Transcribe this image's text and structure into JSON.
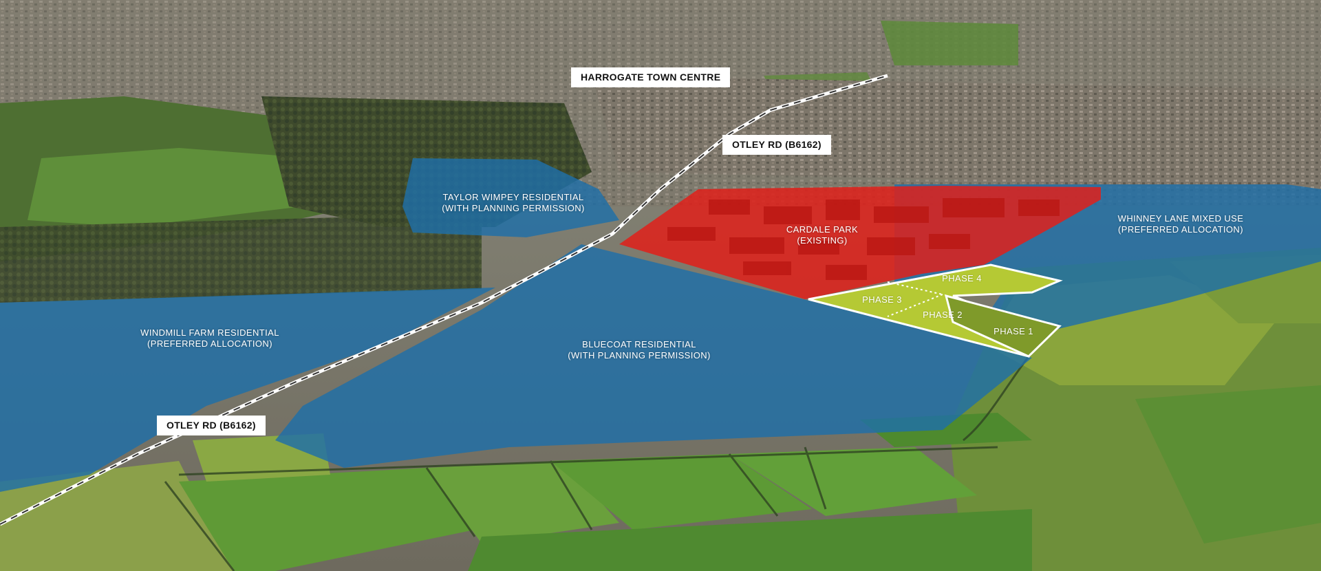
{
  "map": {
    "road_labels": [
      {
        "id": "harrogate",
        "text": "HARROGATE TOWN CENTRE"
      },
      {
        "id": "otley-upper",
        "text": "OTLEY RD (B6162)"
      },
      {
        "id": "otley-lower",
        "text": "OTLEY RD (B6162)"
      }
    ],
    "areas": {
      "taylor_wimpey": {
        "line1": "TAYLOR WIMPEY RESIDENTIAL",
        "line2": "(WITH PLANNING PERMISSION)"
      },
      "cardale_park": {
        "line1": "CARDALE PARK",
        "line2": "(EXISTING)"
      },
      "whinney_lane": {
        "line1": "WHINNEY LANE MIXED USE",
        "line2": "(PREFERRED ALLOCATION)"
      },
      "windmill_farm": {
        "line1": "WINDMILL FARM RESIDENTIAL",
        "line2": "(PREFERRED ALLOCATION)"
      },
      "bluecoat": {
        "line1": "BLUECOAT RESIDENTIAL",
        "line2": "(WITH PLANNING PERMISSION)"
      }
    },
    "phases": {
      "phase1": "PHASE 1",
      "phase2": "PHASE 2",
      "phase3": "PHASE 3",
      "phase4": "PHASE 4"
    },
    "colors": {
      "allocation_blue": "#1f6fa8",
      "existing_red": "#e0201a",
      "phase_light_green": "#b5c934",
      "phase_dark_green": "#7f9a2a",
      "road_line": "#ffffff"
    }
  }
}
